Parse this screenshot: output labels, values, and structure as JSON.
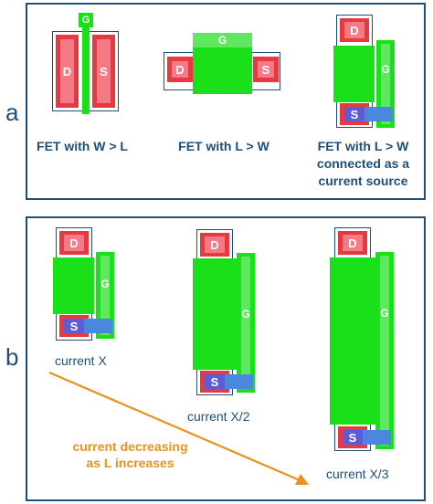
{
  "panel_a": {
    "letter": "a",
    "caption_1": "FET with W > L",
    "caption_2": "FET with L > W",
    "caption_3": [
      "FET with L > W",
      "connected as a",
      "current source"
    ]
  },
  "panel_b": {
    "letter": "b",
    "current_1": "current X",
    "current_2": "current X/2",
    "current_3": "current X/3",
    "arrow_label": [
      "current decreasing",
      "as L increases"
    ]
  },
  "terminals": {
    "drain": "D",
    "source": "S",
    "gate": "G"
  },
  "colors": {
    "frame": "#1f4e79",
    "gate": "#19e019",
    "terminal_red": "#e83840",
    "terminal_pink": "#f47a86",
    "source_blue": "#5d5bd6",
    "contact_blue": "#4a88dd",
    "arrow": "#e9921c"
  }
}
